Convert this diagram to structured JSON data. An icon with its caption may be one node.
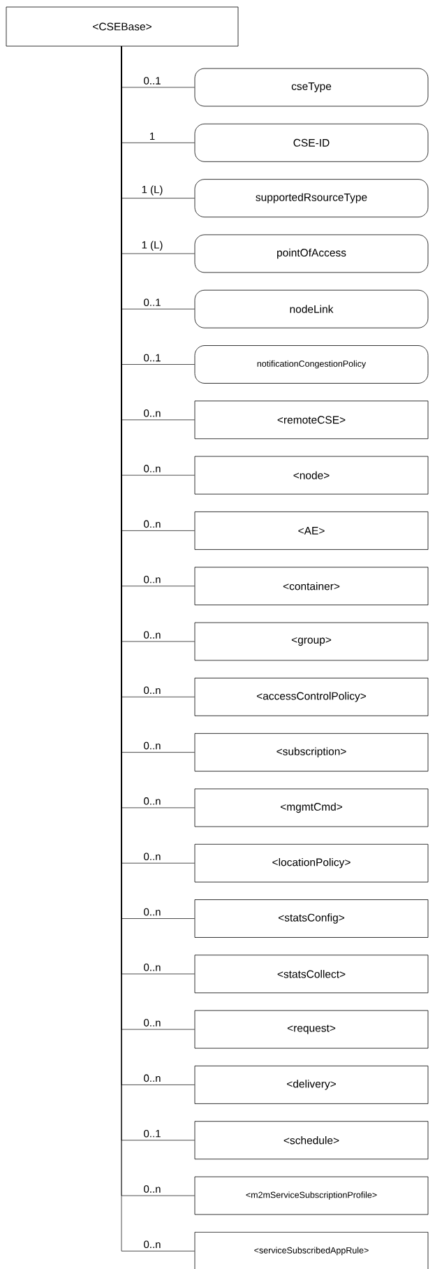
{
  "diagram": {
    "nodes": [
      {
        "text": [
          "<CSEBase>"
        ]
      },
      {
        "text": [
          "cseType"
        ]
      },
      {
        "text": [
          "CSE-ID"
        ]
      },
      {
        "text": [
          "supportedRsourceType"
        ]
      },
      {
        "text": [
          "pointOfAccess"
        ]
      },
      {
        "text": [
          "nodeLink"
        ]
      },
      {
        "text": [
          "notificationCongestionPolicy"
        ]
      },
      {
        "text": [
          "<remoteCSE>"
        ]
      },
      {
        "text": [
          "<node>"
        ]
      },
      {
        "text": [
          "<AE>"
        ]
      },
      {
        "text": [
          "<container>"
        ]
      },
      {
        "text": [
          "<group>"
        ]
      },
      {
        "text": [
          "<accessControlPolicy>"
        ]
      },
      {
        "text": [
          "<subscription>"
        ]
      },
      {
        "text": [
          "<mgmtCmd>"
        ]
      },
      {
        "text": [
          "<locationPolicy>"
        ]
      },
      {
        "text": [
          "<statsConfig>"
        ]
      },
      {
        "text": [
          "<statsCollect>"
        ]
      },
      {
        "text": [
          "<request>"
        ]
      },
      {
        "text": [
          "<delivery>"
        ]
      },
      {
        "text": [
          "<schedule>"
        ]
      },
      {
        "text": [
          "<m2mServiceSubscriptionProfile>"
        ]
      },
      {
        "text": [
          "<serviceSubscribedAppRule>"
        ]
      }
    ],
    "edges": [
      {
        "from": 0,
        "to": 1,
        "arrow": "none",
        "label": "0..1"
      },
      {
        "from": 0,
        "to": 2,
        "arrow": "none",
        "label": "1"
      },
      {
        "from": 0,
        "to": 3,
        "arrow": "none",
        "label": "1 (L)"
      },
      {
        "from": 0,
        "to": 4,
        "arrow": "none",
        "label": "1 (L)"
      },
      {
        "from": 0,
        "to": 5,
        "arrow": "none",
        "label": "0..1"
      },
      {
        "from": 0,
        "to": 6,
        "arrow": "none",
        "label": "0..1"
      },
      {
        "from": 0,
        "to": 7,
        "arrow": "none",
        "label": "0..n"
      },
      {
        "from": 0,
        "to": 8,
        "arrow": "none",
        "label": "0..n"
      },
      {
        "from": 0,
        "to": 9,
        "arrow": "none",
        "label": "0..n"
      },
      {
        "from": 0,
        "to": 10,
        "arrow": "none",
        "label": "0..n"
      },
      {
        "from": 0,
        "to": 11,
        "arrow": "none",
        "label": "0..n"
      },
      {
        "from": 0,
        "to": 12,
        "arrow": "none",
        "label": "0..n"
      },
      {
        "from": 0,
        "to": 13,
        "arrow": "none",
        "label": "0..n"
      },
      {
        "from": 0,
        "to": 14,
        "arrow": "none",
        "label": "0..n"
      },
      {
        "from": 0,
        "to": 15,
        "arrow": "none",
        "label": "0..n"
      },
      {
        "from": 0,
        "to": 16,
        "arrow": "none",
        "label": "0..n"
      },
      {
        "from": 0,
        "to": 17,
        "arrow": "none",
        "label": "0..n"
      },
      {
        "from": 0,
        "to": 18,
        "arrow": "none",
        "label": "0..n"
      },
      {
        "from": 0,
        "to": 19,
        "arrow": "none",
        "label": "0..n"
      },
      {
        "from": 0,
        "to": 20,
        "arrow": "none",
        "label": "0..1"
      },
      {
        "from": 0,
        "to": 21,
        "arrow": "none",
        "label": "0..n"
      },
      {
        "from": 0,
        "to": 22,
        "arrow": "none",
        "label": "0..n"
      }
    ]
  }
}
